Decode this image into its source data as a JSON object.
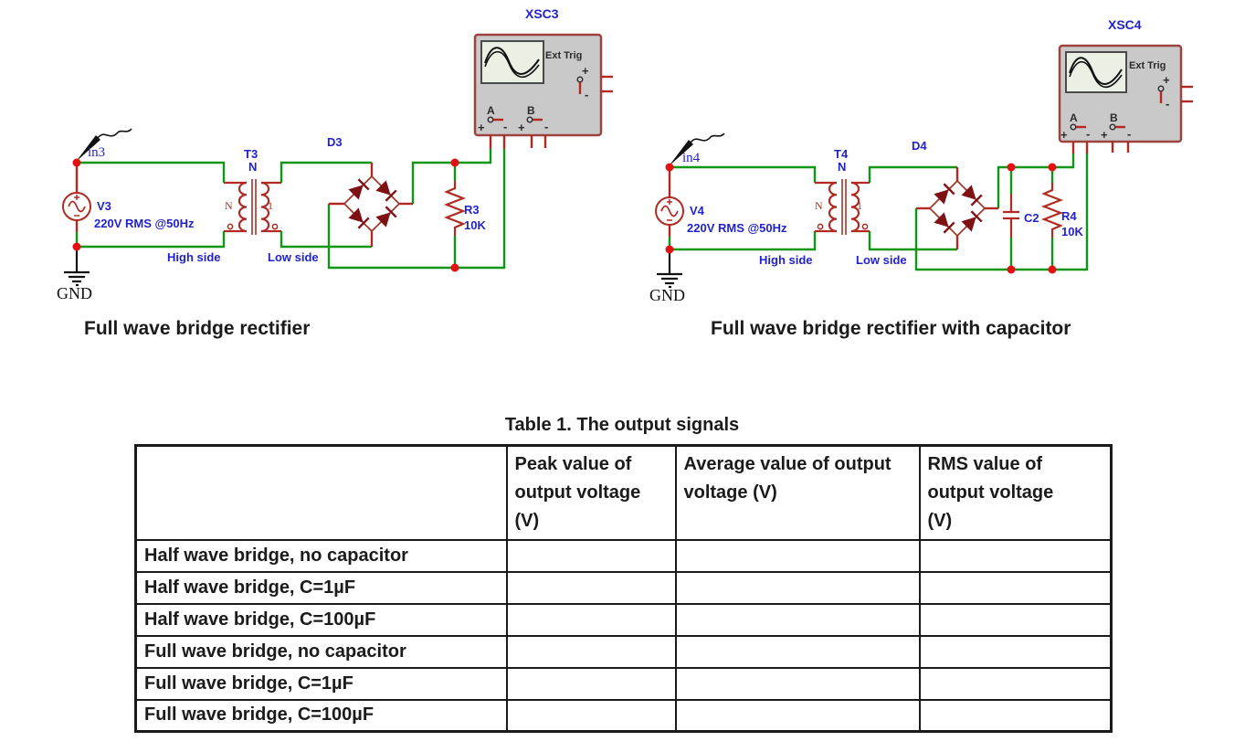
{
  "left_circuit": {
    "scope": {
      "title": "XSC3",
      "ext_trig": "Ext Trig",
      "ch_a": "A",
      "ch_b": "B",
      "plus": "+",
      "minus": "-"
    },
    "probe_label": "in3",
    "source_ref": "V3",
    "source_value": "220V RMS @50Hz",
    "gnd_label": "GND",
    "xfmr_ref": "T3",
    "xfmr_sub": "N",
    "winding_primary": "N",
    "winding_secondary": "1",
    "high_side": "High side",
    "low_side": "Low side",
    "bridge_ref": "D3",
    "res_ref": "R3",
    "res_value": "10K",
    "caption": "Full wave bridge rectifier"
  },
  "right_circuit": {
    "scope": {
      "title": "XSC4",
      "ext_trig": "Ext Trig",
      "ch_a": "A",
      "ch_b": "B",
      "plus": "+",
      "minus": "-"
    },
    "probe_label": "in4",
    "source_ref": "V4",
    "source_value": "220V RMS @50Hz",
    "gnd_label": "GND",
    "xfmr_ref": "T4",
    "xfmr_sub": "N",
    "winding_primary": "N",
    "winding_secondary": "1",
    "high_side": "High side",
    "low_side": "Low side",
    "bridge_ref": "D4",
    "cap_ref": "C2",
    "res_ref": "R4",
    "res_value": "10K",
    "caption": "Full wave bridge rectifier with capacitor"
  },
  "table": {
    "title": "Table 1. The output signals",
    "col_headers": [
      "",
      "Peak value of output voltage (V)",
      "Average value of output voltage (V)",
      "RMS value of output voltage (V)"
    ],
    "rows": [
      {
        "label": "Half wave bridge, no capacitor",
        "peak": "",
        "average": "",
        "rms": ""
      },
      {
        "label": "Half wave bridge, C=1µF",
        "peak": "",
        "average": "",
        "rms": ""
      },
      {
        "label": "Half wave bridge, C=100µF",
        "peak": "",
        "average": "",
        "rms": ""
      },
      {
        "label": "Full wave bridge, no capacitor",
        "peak": "",
        "average": "",
        "rms": ""
      },
      {
        "label": "Full wave bridge, C=1µF",
        "peak": "",
        "average": "",
        "rms": ""
      },
      {
        "label": "Full wave bridge, C=100µF",
        "peak": "",
        "average": "",
        "rms": ""
      }
    ]
  },
  "colors": {
    "wire_green": "#0f9614",
    "component_red": "#b02a22",
    "diode_maroon": "#7e1113",
    "junction_red": "#e31212",
    "label_blue": "#2222cc",
    "scope_body": "#c9c9ca",
    "scope_border": "#9d423f",
    "screen": "#eaf0e4"
  }
}
